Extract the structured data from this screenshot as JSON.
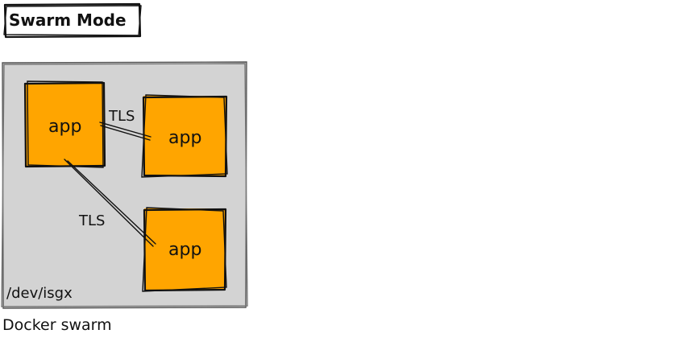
{
  "title": "Swarm Mode",
  "cluster_label": "Docker swarm",
  "device_label": "/dev/isgx",
  "nodes": [
    {
      "label": "app"
    },
    {
      "label": "app"
    },
    {
      "label": "app"
    }
  ],
  "links": [
    {
      "label": "TLS"
    },
    {
      "label": "TLS"
    }
  ],
  "colors": {
    "node_fill": "#FFA500",
    "cluster_fill": "#D3D3D3",
    "stroke": "#111111"
  }
}
